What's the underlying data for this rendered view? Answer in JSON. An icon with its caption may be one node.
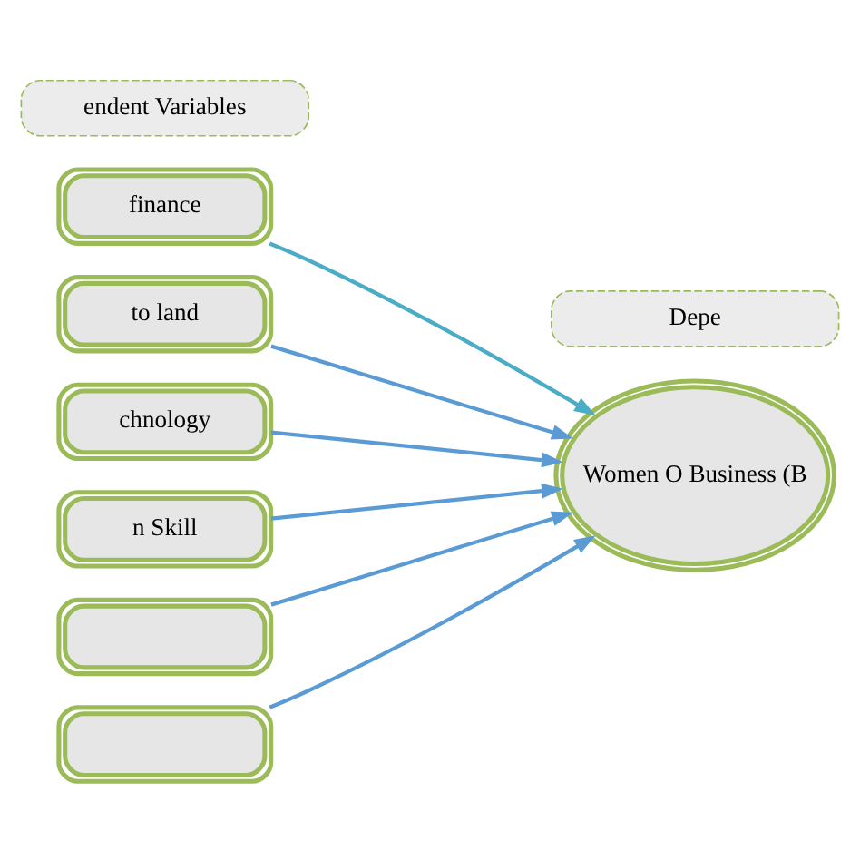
{
  "diagram": {
    "nodes": [
      {
        "text": [
          "endent Variables"
        ]
      },
      {
        "text": [
          "Depe"
        ]
      },
      {
        "text": [
          "finance"
        ]
      },
      {
        "text": [
          "to land"
        ]
      },
      {
        "text": [
          "chnology"
        ]
      },
      {
        "text": [
          "n Skill"
        ]
      },
      {
        "text": [],
        "shape": "box"
      },
      {
        "text": [],
        "shape": "box"
      },
      {
        "text": [
          "Women O Business (B"
        ]
      }
    ],
    "edges": [
      {
        "from": 2,
        "to": 8,
        "arrow": "to",
        "color": "#4bacc6"
      },
      {
        "from": 3,
        "to": 8,
        "arrow": "to"
      },
      {
        "from": 4,
        "to": 8,
        "arrow": "to"
      },
      {
        "from": 5,
        "to": 8,
        "arrow": "to"
      },
      {
        "from": 6,
        "to": 8,
        "arrow": "to"
      },
      {
        "from": 7,
        "to": 8,
        "arrow": "to"
      }
    ]
  }
}
